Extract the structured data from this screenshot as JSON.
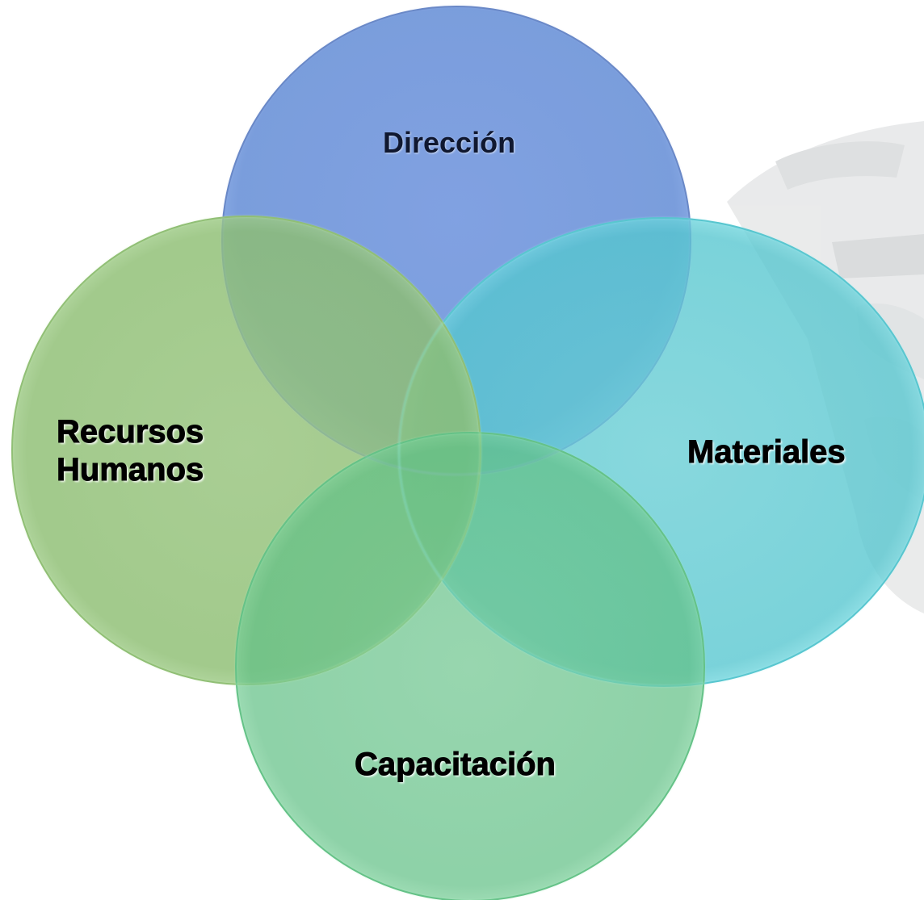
{
  "diagram": {
    "type": "overlapping-circles",
    "circles": [
      {
        "id": "direccion",
        "label": "Dirección",
        "color": "#6f93dc"
      },
      {
        "id": "recursos-humanos",
        "label": "Recursos\nHumanos",
        "color": "#8fc06a"
      },
      {
        "id": "materiales",
        "label": "Materiales",
        "color": "#62cbd3"
      },
      {
        "id": "capacitacion",
        "label": "Capacitación",
        "color": "#6cc68a"
      }
    ],
    "background_image": "faded-world-map-photo"
  }
}
